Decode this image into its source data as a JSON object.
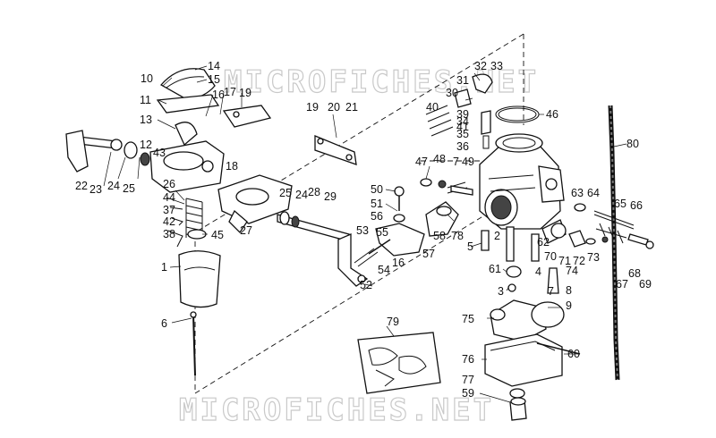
{
  "watermark": {
    "top": "MICROFICHES.NET",
    "bottom": "MICROFICHES.NET"
  },
  "callouts": [
    {
      "id": "c14",
      "text": "14"
    },
    {
      "id": "c15",
      "text": "15"
    },
    {
      "id": "c10",
      "text": "10"
    },
    {
      "id": "c16",
      "text": "16"
    },
    {
      "id": "c17",
      "text": "17"
    },
    {
      "id": "c19a",
      "text": "19"
    },
    {
      "id": "c11",
      "text": "11"
    },
    {
      "id": "c13",
      "text": "13"
    },
    {
      "id": "c12",
      "text": "12"
    },
    {
      "id": "c43",
      "text": "43"
    },
    {
      "id": "c18",
      "text": "18"
    },
    {
      "id": "c19b",
      "text": "19"
    },
    {
      "id": "c20",
      "text": "20"
    },
    {
      "id": "c21",
      "text": "21"
    },
    {
      "id": "c22",
      "text": "22"
    },
    {
      "id": "c23",
      "text": "23"
    },
    {
      "id": "c24a",
      "text": "24"
    },
    {
      "id": "c25a",
      "text": "25"
    },
    {
      "id": "c26",
      "text": "26"
    },
    {
      "id": "c44",
      "text": "44"
    },
    {
      "id": "c37",
      "text": "37"
    },
    {
      "id": "c42",
      "text": "42"
    },
    {
      "id": "c38",
      "text": "38"
    },
    {
      "id": "c45",
      "text": "45"
    },
    {
      "id": "c1",
      "text": "1"
    },
    {
      "id": "c6",
      "text": "6"
    },
    {
      "id": "c27",
      "text": "27"
    },
    {
      "id": "c25b",
      "text": "25"
    },
    {
      "id": "c24b",
      "text": "24"
    },
    {
      "id": "c28",
      "text": "28"
    },
    {
      "id": "c29",
      "text": "29"
    },
    {
      "id": "c52",
      "text": "52"
    },
    {
      "id": "c50",
      "text": "50"
    },
    {
      "id": "c51",
      "text": "51"
    },
    {
      "id": "c56",
      "text": "56"
    },
    {
      "id": "c53",
      "text": "53"
    },
    {
      "id": "c55",
      "text": "55"
    },
    {
      "id": "c54",
      "text": "54"
    },
    {
      "id": "c16b",
      "text": "16"
    },
    {
      "id": "c57",
      "text": "57"
    },
    {
      "id": "c58",
      "text": "58"
    },
    {
      "id": "c78",
      "text": "78"
    },
    {
      "id": "c47",
      "text": "47"
    },
    {
      "id": "c48",
      "text": "48"
    },
    {
      "id": "c7a",
      "text": "7"
    },
    {
      "id": "c49",
      "text": "49"
    },
    {
      "id": "c32",
      "text": "32"
    },
    {
      "id": "c33",
      "text": "33"
    },
    {
      "id": "c31",
      "text": "31"
    },
    {
      "id": "c30",
      "text": "30"
    },
    {
      "id": "c40",
      "text": "40"
    },
    {
      "id": "c39",
      "text": "39"
    },
    {
      "id": "c41",
      "text": "41"
    },
    {
      "id": "c34",
      "text": "34"
    },
    {
      "id": "c35",
      "text": "35"
    },
    {
      "id": "c36",
      "text": "36"
    },
    {
      "id": "c46",
      "text": "46"
    },
    {
      "id": "c80",
      "text": "80"
    },
    {
      "id": "c5",
      "text": "5"
    },
    {
      "id": "c2",
      "text": "2"
    },
    {
      "id": "c61",
      "text": "61"
    },
    {
      "id": "c4",
      "text": "4"
    },
    {
      "id": "c3",
      "text": "3"
    },
    {
      "id": "c62",
      "text": "62"
    },
    {
      "id": "c70",
      "text": "70"
    },
    {
      "id": "c71",
      "text": "71"
    },
    {
      "id": "c72",
      "text": "72"
    },
    {
      "id": "c73",
      "text": "73"
    },
    {
      "id": "c74",
      "text": "74"
    },
    {
      "id": "c8",
      "text": "8"
    },
    {
      "id": "c63",
      "text": "63"
    },
    {
      "id": "c64",
      "text": "64"
    },
    {
      "id": "c65",
      "text": "65"
    },
    {
      "id": "c66",
      "text": "66"
    },
    {
      "id": "c68",
      "text": "68"
    },
    {
      "id": "c67",
      "text": "67"
    },
    {
      "id": "c69",
      "text": "69"
    },
    {
      "id": "c9",
      "text": "9"
    },
    {
      "id": "c75",
      "text": "75"
    },
    {
      "id": "c79",
      "text": "79"
    },
    {
      "id": "c60",
      "text": "60"
    },
    {
      "id": "c76",
      "text": "76"
    },
    {
      "id": "c77",
      "text": "77"
    },
    {
      "id": "c59",
      "text": "59"
    },
    {
      "id": "c7b",
      "text": "7"
    }
  ]
}
